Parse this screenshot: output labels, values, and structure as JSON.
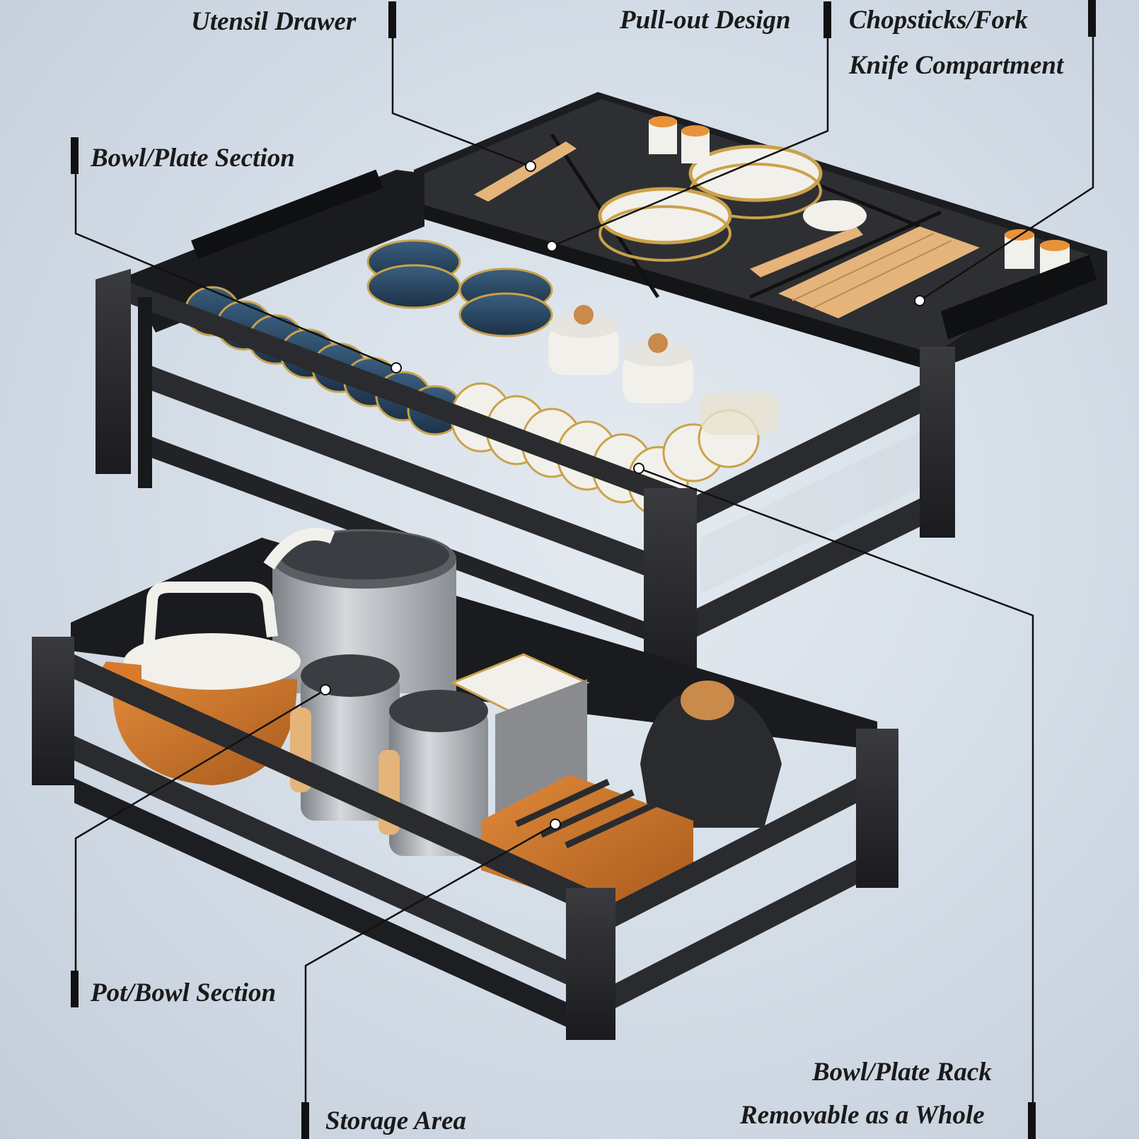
{
  "labels": {
    "utensil_drawer": "Utensil Drawer",
    "pull_out_design": "Pull-out Design",
    "chopsticks_fork": "Chopsticks/Fork",
    "knife_compartment": "Knife Compartment",
    "bowl_plate_section": "Bowl/Plate Section",
    "pot_bowl_section": "Pot/Bowl Section",
    "bowl_plate_rack": "Bowl/Plate Rack",
    "removable_as_whole": "Removable as a Whole",
    "storage_area": "Storage Area"
  },
  "colors": {
    "frame": "#2a2b2e",
    "frame_dark": "#141517",
    "bowl_blue": "#2b4a66",
    "plate_white": "#f2f0ea",
    "gold": "#c9a24a",
    "copper": "#c9732a",
    "steel": "#a7abb0",
    "wood": "#e4b47a"
  }
}
